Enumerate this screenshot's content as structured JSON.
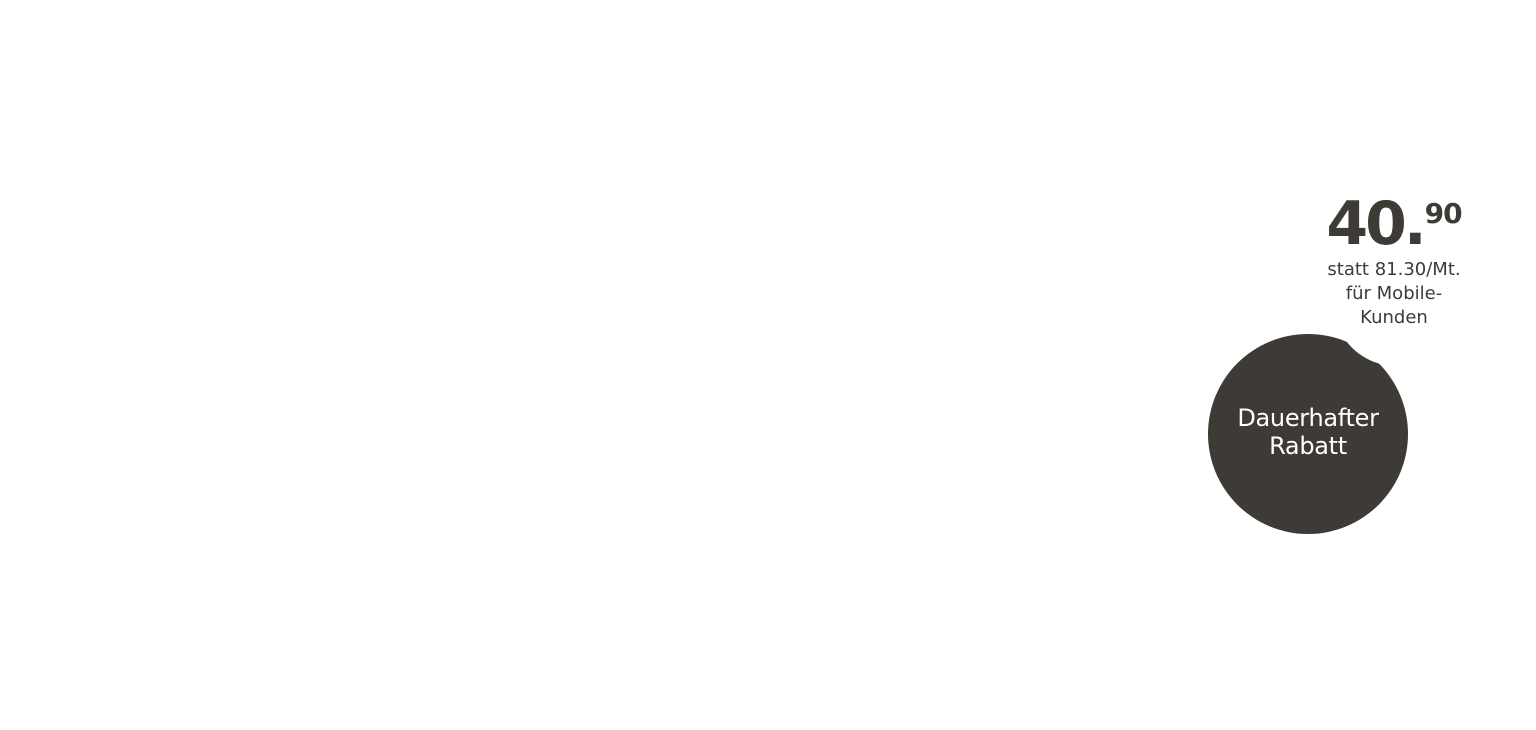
{
  "colors": {
    "background": "#ffffff",
    "badge": "#3e3b36",
    "badge_text": "#ffffff",
    "price_text": "#3e3b36"
  },
  "offer": {
    "price_main": "40",
    "price_separator": ".",
    "price_cents": "90",
    "note_lines": [
      "statt 81.30/Mt.",
      "für Mobile-",
      "Kunden"
    ]
  },
  "badge": {
    "label_lines": [
      "Dauerhafter",
      "Rabatt"
    ]
  }
}
